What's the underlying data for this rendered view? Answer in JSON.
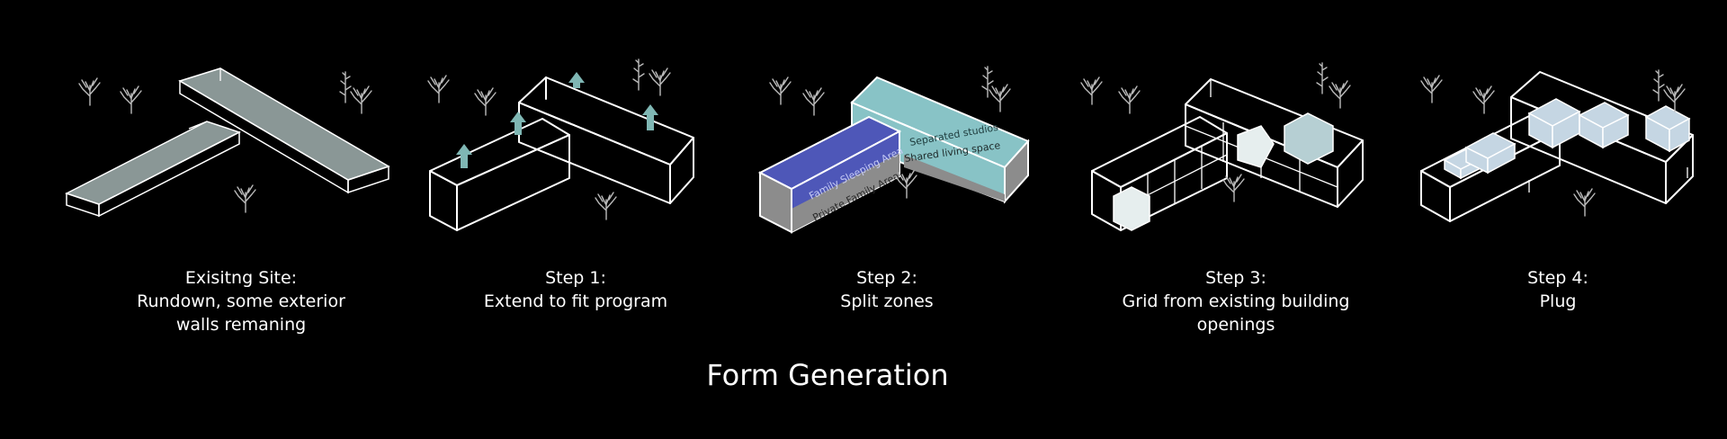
{
  "title": "Form Generation",
  "steps": [
    {
      "lines": [
        "Exisitng Site:",
        "Rundown, some exterior",
        "walls remaning"
      ]
    },
    {
      "lines": [
        "Step 1:",
        "Extend to fit program"
      ]
    },
    {
      "lines": [
        "Step 2:",
        "Split zones"
      ]
    },
    {
      "lines": [
        "Step 3:",
        "Grid from existing building",
        "openings"
      ]
    },
    {
      "lines": [
        "Step 4:",
        "Plug"
      ]
    }
  ],
  "zones": {
    "family_sleeping": "Family Sleeping Area",
    "private_family": "Private Family Area",
    "separated_studios": "Separated studios",
    "shared_living": "Shared living space"
  },
  "colors": {
    "background": "#000000",
    "line": "#ffffff",
    "slab": "#8a9796",
    "arrow": "#7fb7b4",
    "zone_blue": "#4e57b8",
    "zone_teal": "#88c3c6",
    "zone_grey": "#8c8c8c",
    "plug": "#c5d6e3"
  }
}
